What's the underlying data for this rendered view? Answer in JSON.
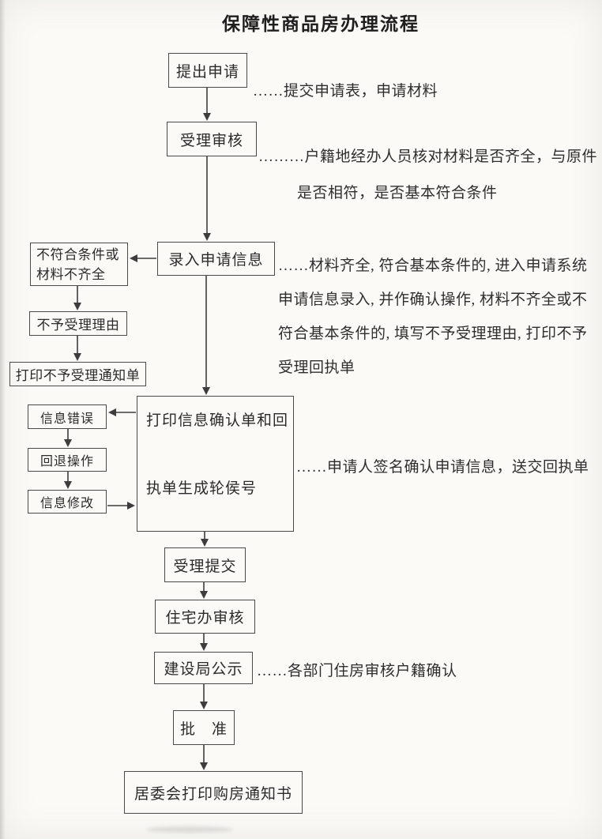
{
  "title": "保障性商品房办理流程",
  "nodes": {
    "submit_application": {
      "label": "提出申请"
    },
    "accept_review": {
      "label": "受理审核"
    },
    "enter_application_info": {
      "label": "录入申请信息"
    },
    "not_meet_conditions": {
      "label": "不符合条件或材料不齐全"
    },
    "rejection_reason": {
      "label": "不予受理理由"
    },
    "print_rejection_notice": {
      "label": "打印不予受理通知单"
    },
    "print_confirmation_receipt": {
      "line1": "打印信息确认单和回",
      "line2": "执单生成轮侯号"
    },
    "info_error": {
      "label": "信息错误"
    },
    "rollback_operation": {
      "label": "回退操作"
    },
    "info_modification": {
      "label": "信息修改"
    },
    "accept_submit": {
      "label": "受理提交"
    },
    "housing_office_review": {
      "label": "住宅办审核"
    },
    "construction_bureau_publicity": {
      "label": "建设局公示"
    },
    "approval": {
      "label": "批　准"
    },
    "committee_print_purchase_notice": {
      "label": "居委会打印购房通知书"
    }
  },
  "annotations": {
    "submit_note": "……提交申请表，申请材料",
    "review_note_line1": "………户籍地经办人员核对材料是否齐全，与原件",
    "review_note_line2": "是否相符，是否基本符合条件",
    "entry_note_line1": "……材料齐全, 符合基本条件的, 进入申请系统",
    "entry_note_line2": "申请信息录入, 并作确认操作, 材料不齐全或不",
    "entry_note_line3": "符合基本条件的, 填写不予受理理由, 打印不予",
    "entry_note_line4": "受理回执单",
    "confirmation_note": "……申请人签名确认申请信息，送交回执单",
    "publicity_note": "……各部门住房审核户籍确认"
  },
  "colors": {
    "background": "#fbfaf7",
    "box_border": "#4a4a4a",
    "text": "#262626",
    "arrow": "#3d3d3d"
  }
}
